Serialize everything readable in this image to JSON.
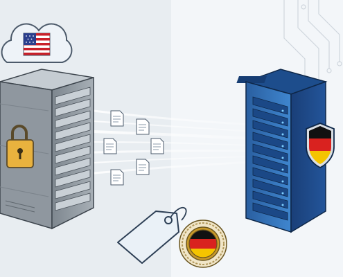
{
  "scene": {
    "left_flag": "us-flag",
    "right_flag": "de-flag",
    "colors": {
      "bg_left": "#e8edf1",
      "bg_right": "#f3f6f9",
      "left_server": "#9aa3ab",
      "right_server": "#2f6fb4",
      "de_black": "#111111",
      "de_red": "#d9221f",
      "de_gold": "#f4c400",
      "lock_gold": "#e9b23e"
    },
    "icons": [
      "cloud-icon",
      "lock-icon",
      "document-icon",
      "tag-icon",
      "shield-icon",
      "seal-icon",
      "circuit-lines"
    ],
    "documents_in_transit": 6
  }
}
